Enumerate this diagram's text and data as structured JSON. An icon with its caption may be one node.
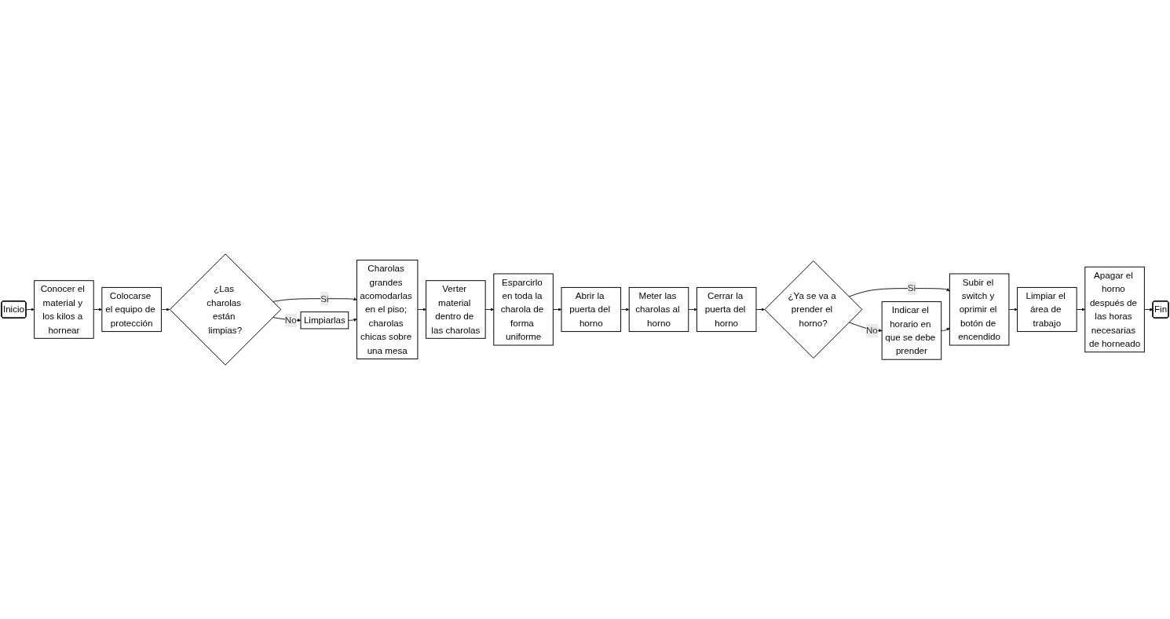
{
  "diagram": {
    "nodes": [
      {
        "text": [
          "Inicio"
        ]
      },
      {
        "text": [
          "Conocer el material y los kilos a hornear"
        ]
      },
      {
        "text": [
          "Colocarse el equipo de protección"
        ]
      },
      {
        "text": [
          "¿Las charolas están limpias?"
        ]
      },
      {
        "text": [
          "Charolas grandes acomodarlas en el piso; charolas chicas sobre una mesa"
        ]
      },
      {
        "text": [
          "Verter material dentro de las charolas"
        ]
      },
      {
        "text": [
          "Limpiarlas"
        ]
      },
      {
        "text": [
          "Esparcirlo en toda la charola de forma uniforme"
        ]
      },
      {
        "text": [
          "Abrir la puerta del horno"
        ]
      },
      {
        "text": [
          "Meter las charolas al horno"
        ]
      },
      {
        "text": [
          "Cerrar la puerta del horno"
        ]
      },
      {
        "text": [
          "¿Ya se va a prender el horno?"
        ]
      },
      {
        "text": [
          "Subir el switch y oprimir el botón de encendido"
        ]
      },
      {
        "text": [
          "Indicar el horario en que se debe prender"
        ]
      },
      {
        "text": [
          "Limpiar el área de trabajo"
        ]
      },
      {
        "text": [
          "Apagar el horno después de las horas necesarias de horneado"
        ]
      },
      {
        "text": [
          "Fin"
        ]
      }
    ],
    "edges": [
      {
        "from": 0,
        "to": 1,
        "arrow": "to"
      },
      {
        "from": 1,
        "to": 2,
        "arrow": "to"
      },
      {
        "from": 2,
        "to": 3,
        "arrow": "to"
      },
      {
        "from": 3,
        "to": 4,
        "arrow": "to",
        "label": "Si"
      },
      {
        "from": 3,
        "to": 6,
        "arrow": "to",
        "label": "No"
      },
      {
        "from": 6,
        "to": 4,
        "arrow": "to"
      },
      {
        "from": 4,
        "to": 5,
        "arrow": "to"
      },
      {
        "from": 5,
        "to": 7,
        "arrow": "to"
      },
      {
        "from": 7,
        "to": 8,
        "arrow": "to"
      },
      {
        "from": 8,
        "to": 9,
        "arrow": "to"
      },
      {
        "from": 9,
        "to": 10,
        "arrow": "to"
      },
      {
        "from": 10,
        "to": 11,
        "arrow": "to"
      },
      {
        "from": 11,
        "to": 12,
        "arrow": "to",
        "label": "Si"
      },
      {
        "from": 11,
        "to": 13,
        "arrow": "to",
        "label": "No"
      },
      {
        "from": 13,
        "to": 12,
        "arrow": "to"
      },
      {
        "from": 12,
        "to": 14,
        "arrow": "to"
      },
      {
        "from": 14,
        "to": 15,
        "arrow": "to"
      },
      {
        "from": 15,
        "to": 16,
        "arrow": "to"
      }
    ]
  }
}
